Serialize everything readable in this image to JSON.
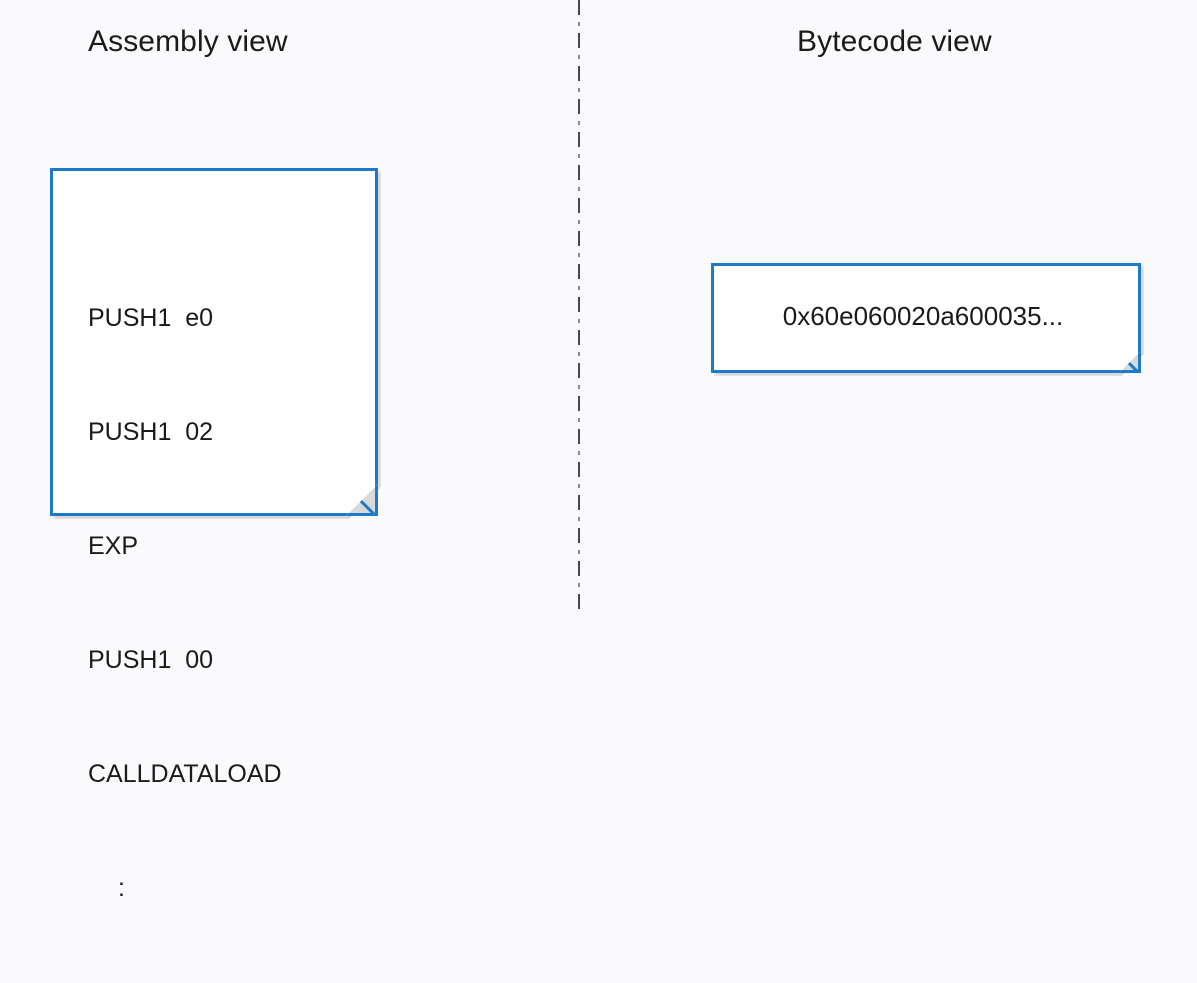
{
  "background_color": "#fafafc",
  "accent_color": "#1c7ac9",
  "fold_color": "#d9d9d9",
  "text_color": "#1a1a1a",
  "panels": {
    "left": {
      "title": "Assembly view",
      "card": {
        "name": "assembly-document",
        "lines": [
          "PUSH1  e0",
          "PUSH1  02",
          "EXP",
          "PUSH1  00",
          "CALLDATALOAD"
        ],
        "continuation": ":"
      }
    },
    "right": {
      "title": "Bytecode view",
      "card": {
        "name": "bytecode-document",
        "value": "0x60e060020a600035..."
      }
    }
  },
  "divider": {
    "style": "dash-dot",
    "orientation": "vertical",
    "color": "#4a4a4a"
  }
}
